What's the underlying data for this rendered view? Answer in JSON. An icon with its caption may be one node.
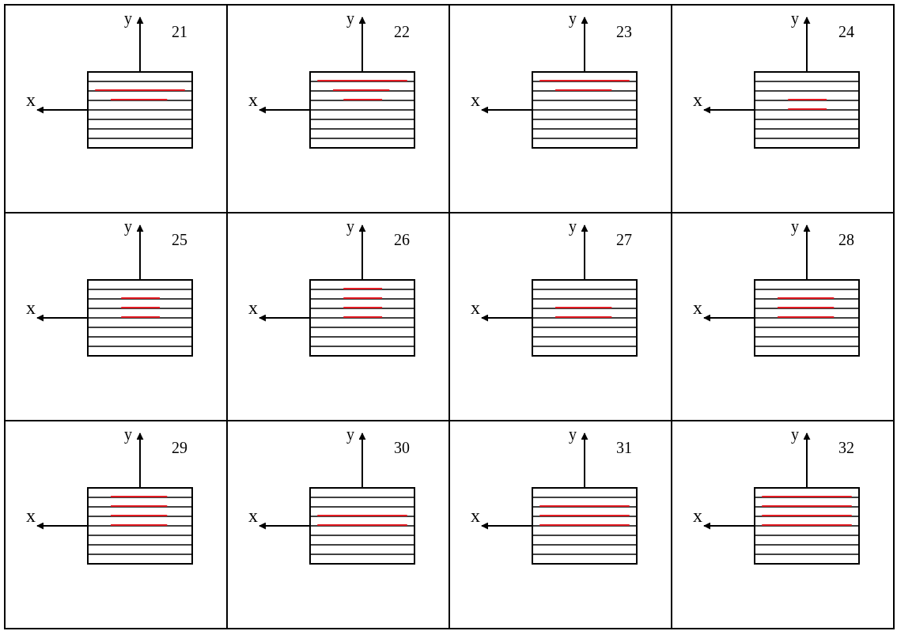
{
  "diagram": {
    "labels": [
      "y",
      "21",
      "x",
      "y",
      "22",
      "x",
      "y",
      "23",
      "x",
      "y",
      "24",
      "x",
      "y",
      "25",
      "x",
      "y",
      "26",
      "x",
      "y",
      "27",
      "x",
      "y",
      "28",
      "x",
      "y",
      "29",
      "x",
      "y",
      "30",
      "x",
      "y",
      "31",
      "x",
      "y",
      "32",
      "x"
    ]
  }
}
